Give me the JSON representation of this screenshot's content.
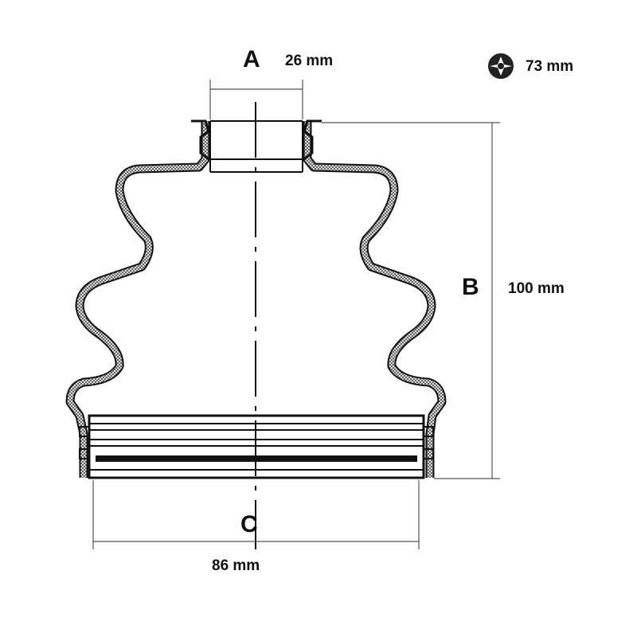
{
  "labels": {
    "a": "A",
    "b": "B",
    "c": "C"
  },
  "dimensions": {
    "a": "26 mm",
    "b": "100 mm",
    "c": "86 mm",
    "shaft": "73 mm"
  },
  "icons": {
    "shaft_icon": "cv-joint-shaft-icon"
  },
  "colors": {
    "line": "#111111",
    "hatch": "#444444",
    "dim_line": "#555555",
    "background": "#ffffff"
  }
}
